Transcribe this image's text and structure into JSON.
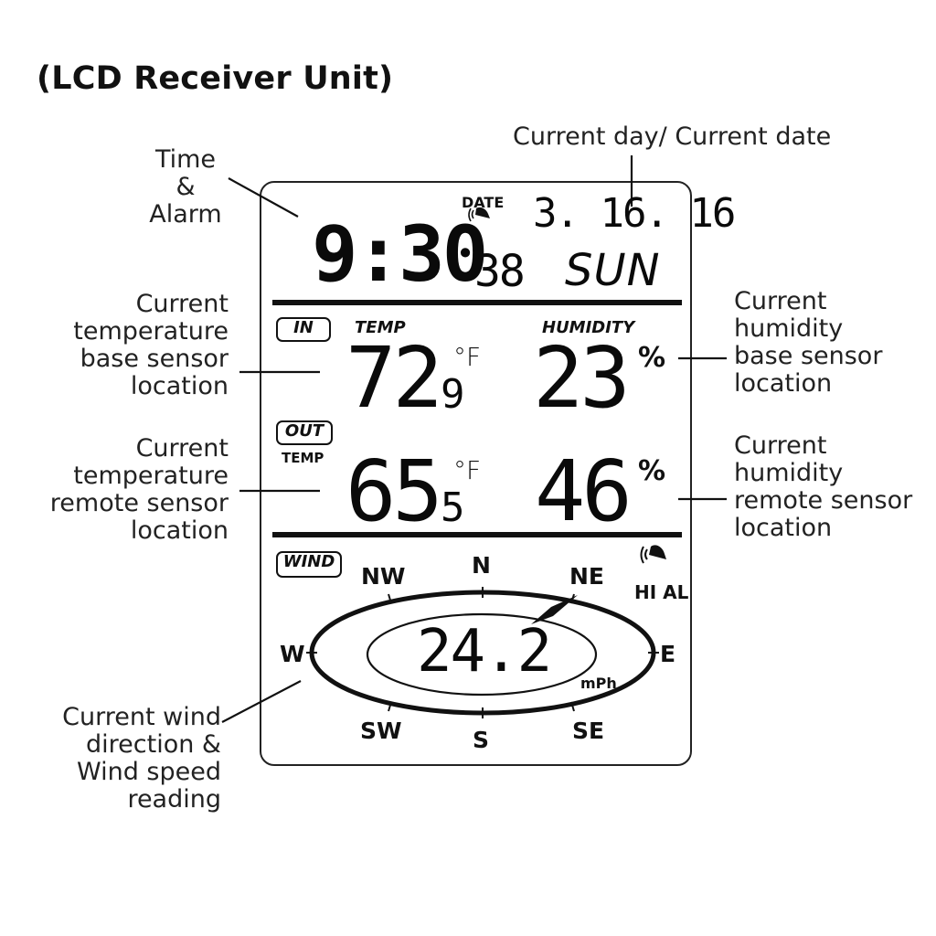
{
  "title": "(LCD Receiver Unit)",
  "callouts": {
    "time_alarm": [
      "Time",
      "&",
      "Alarm"
    ],
    "day_date": "Current day/ Current date",
    "indoor_temp": [
      "Current",
      "temperature",
      "base sensor",
      "location"
    ],
    "indoor_humidity": [
      "Current",
      "humidity",
      "base sensor",
      "location"
    ],
    "outdoor_temp": [
      "Current",
      "temperature",
      "remote sensor",
      "location"
    ],
    "outdoor_humidity": [
      "Current",
      "humidity",
      "remote sensor",
      "location"
    ],
    "wind": [
      "Current wind",
      "direction &",
      "Wind speed",
      "reading"
    ]
  },
  "display": {
    "time": {
      "hm": "9:30",
      "seconds": "38"
    },
    "date_label": "DATE",
    "date": "3. 16. 16",
    "day": "SUN",
    "indoor": {
      "badge": "IN",
      "temp_label": "TEMP",
      "humidity_label": "HUMIDITY",
      "temp_int": "72",
      "temp_dec": "9",
      "temp_unit": "°F",
      "humidity": "23",
      "humidity_unit": "%"
    },
    "outdoor": {
      "badge": "OUT",
      "temp_label": "TEMP",
      "temp_int": "65",
      "temp_dec": "5",
      "temp_unit": "°F",
      "humidity": "46",
      "humidity_unit": "%"
    },
    "wind": {
      "badge": "WIND",
      "speed": "24.2",
      "unit": "mPh",
      "alarm_label": "HI AL",
      "direction": "NE",
      "compass": {
        "n": "N",
        "ne": "NE",
        "e": "E",
        "se": "SE",
        "s": "S",
        "sw": "SW",
        "w": "W",
        "nw": "NW"
      }
    }
  },
  "icons": [
    "alarm-bell-icon",
    "wind-alarm-bell-icon",
    "wind-direction-pointer-icon"
  ]
}
